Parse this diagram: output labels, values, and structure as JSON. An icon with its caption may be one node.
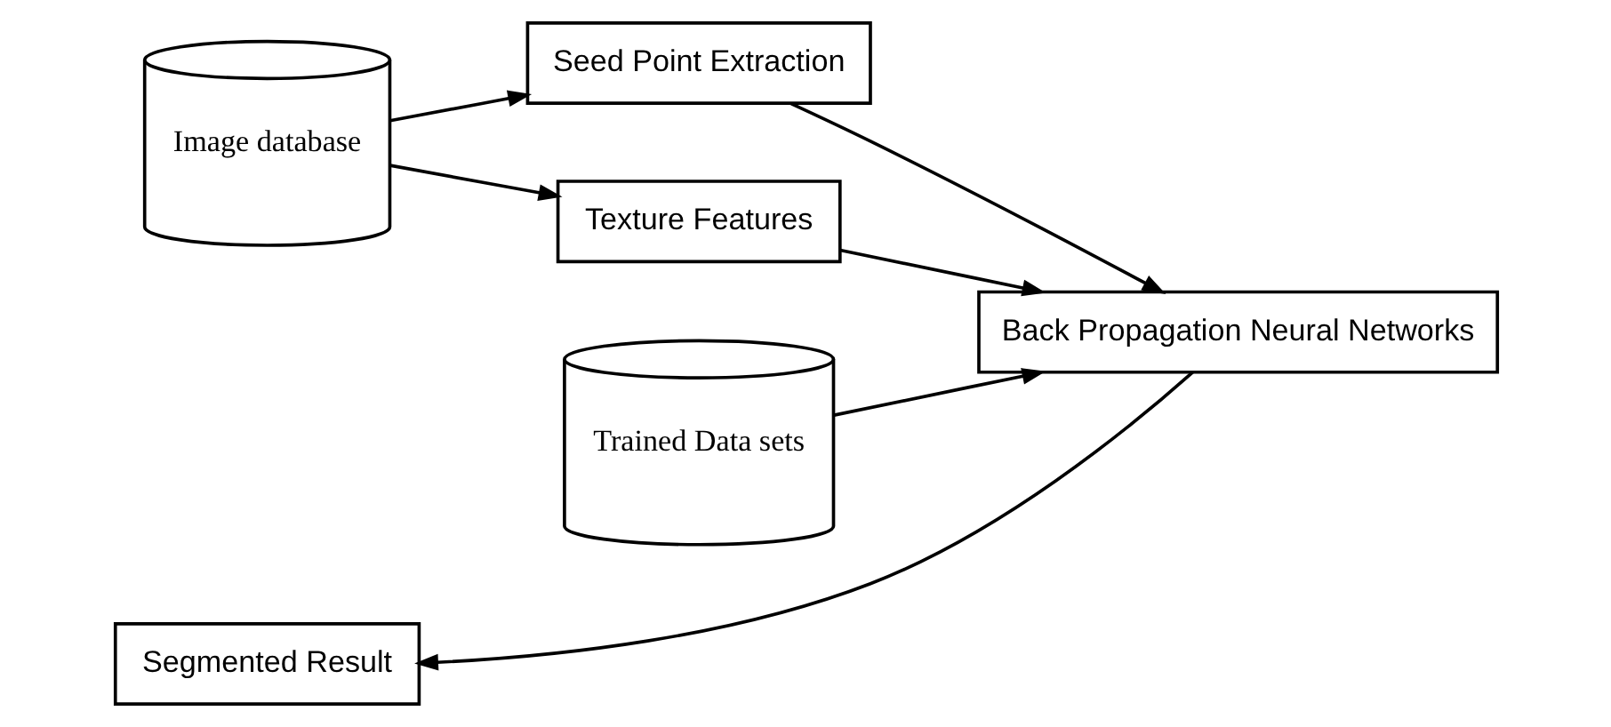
{
  "diagram": {
    "nodes": [
      {
        "text": [
          "Image database"
        ]
      },
      {
        "text": [
          "Seed Point Extraction"
        ]
      },
      {
        "text": [
          "Texture Features"
        ]
      },
      {
        "text": [
          "Trained Data sets"
        ]
      },
      {
        "text": [
          "Back Propagation Neural Networks"
        ]
      },
      {
        "text": [
          "Segmented Result"
        ]
      }
    ],
    "edges": [
      {
        "from": 0,
        "to": 1,
        "arrow": "to"
      },
      {
        "from": 0,
        "to": 2,
        "arrow": "to"
      },
      {
        "from": 1,
        "to": 4,
        "arrow": "to"
      },
      {
        "from": 2,
        "to": 4,
        "arrow": "to"
      },
      {
        "from": 3,
        "to": 4,
        "arrow": "to"
      },
      {
        "from": 4,
        "to": 5,
        "arrow": "to"
      }
    ]
  }
}
